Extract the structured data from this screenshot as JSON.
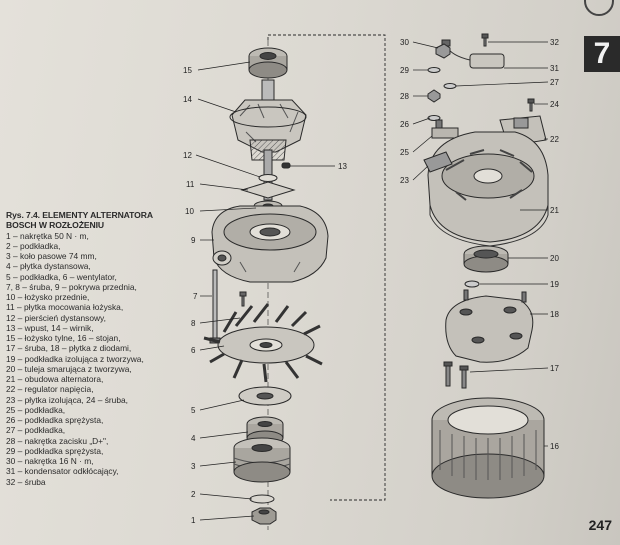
{
  "page": {
    "chapter": "7",
    "number": "247"
  },
  "legend": {
    "caption": [
      "Rys. 7.4. ELEMENTY ALTERNATORA",
      "BOSCH W ROZŁOŻENIU"
    ],
    "lines": [
      "1 – nakrętka 50 N · m,",
      "2 – podkładka,",
      "3 – koło pasowe 74 mm,",
      "4 – płytka dystansowa,",
      "5 – podkładka, 6 – wentylator,",
      "7, 8 – śruba, 9 – pokrywa przednia,",
      "10 – łożysko przednie,",
      "11 – płytka mocowania łożyska,",
      "12 – pierścień dystansowy,",
      "13 – wpust, 14 – wirnik,",
      "15 – łożysko tylne, 16 – stojan,",
      "17 – śruba, 18 – płytka z diodami,",
      "19 – podkładka izolująca z tworzywa,",
      "20 – tuleja smarująca z tworzywa,",
      "21 – obudowa alternatora,",
      "22 – regulator napięcia,",
      "23 – płytka izolująca, 24 – śruba,",
      "25 – podkładka,",
      "26 – podkładka sprężysta,",
      "27 – podkładka,",
      "28 – nakrętka zacisku „D+\",",
      "29 – podkładka sprężysta,",
      "30 – nakrętka 16 N · m,",
      "31 – kondensator odkłócający,",
      "32 – śruba"
    ]
  },
  "callouts": [
    "1",
    "2",
    "3",
    "4",
    "5",
    "6",
    "7",
    "8",
    "9",
    "10",
    "11",
    "12",
    "13",
    "14",
    "15",
    "16",
    "17",
    "18",
    "19",
    "20",
    "21",
    "22",
    "23",
    "24",
    "25",
    "26",
    "27",
    "28",
    "29",
    "30",
    "31",
    "32"
  ]
}
